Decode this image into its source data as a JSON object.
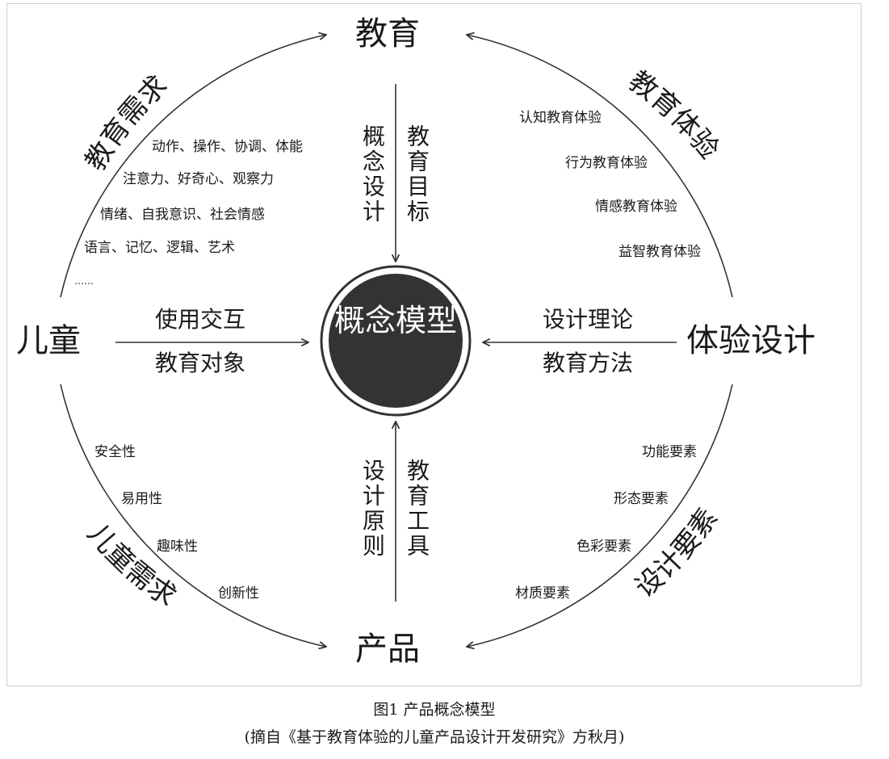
{
  "nodes": {
    "top": "教育",
    "bottom": "产品",
    "left": "儿童",
    "right": "体验设计",
    "center": "概念模型"
  },
  "connectors": {
    "top_left_col": "概念设计",
    "top_right_col": "教育目标",
    "bottom_left_col": "设计原则",
    "bottom_right_col": "教育工具",
    "left_upper": "使用交互",
    "left_lower": "教育对象",
    "right_upper": "设计理论",
    "right_lower": "教育方法"
  },
  "quadrants": {
    "top_left": {
      "title": "教育需求",
      "items": [
        "动作、操作、协调、体能",
        "注意力、好奇心、观察力",
        "情绪、自我意识、社会情感",
        "语言、记忆、逻辑、艺术",
        "……"
      ]
    },
    "top_right": {
      "title": "教育体验",
      "items": [
        "认知教育体验",
        "行为教育体验",
        "情感教育体验",
        "益智教育体验"
      ]
    },
    "bottom_left": {
      "title": "儿童需求",
      "items": [
        "安全性",
        "易用性",
        "趣味性",
        "创新性"
      ]
    },
    "bottom_right": {
      "title": "设计要素",
      "items": [
        "功能要素",
        "形态要素",
        "色彩要素",
        "材质要素"
      ]
    }
  },
  "caption": {
    "line1": "图1  产品概念模型",
    "line2": "(摘自《基于教育体验的儿童产品设计开发研究》方秋月)"
  },
  "colors": {
    "core_fill": "#333333",
    "stroke": "#333333"
  }
}
